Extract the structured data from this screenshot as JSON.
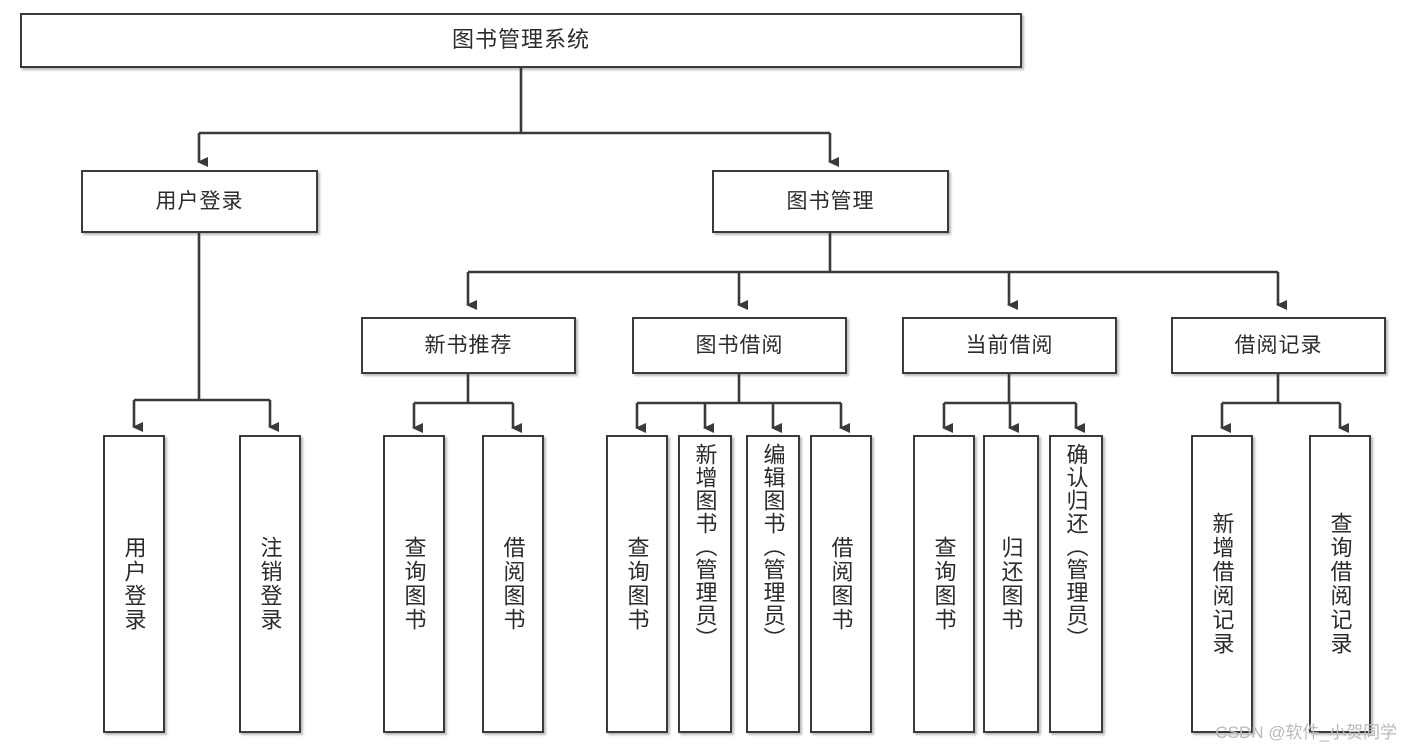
{
  "diagram": {
    "title": "图书管理系统",
    "type": "tree-hierarchy",
    "watermark": "CSDN @软件_小贺同学",
    "colors": {
      "box_border": "#3a3a3a",
      "box_fill": "#ffffff",
      "connector": "#3a3a3a",
      "text": "#2b2b2b",
      "watermark": "#b9b9b9"
    },
    "nodes": {
      "root": {
        "label": "图书管理系统"
      },
      "level2": [
        {
          "id": "user-login",
          "label": "用户登录"
        },
        {
          "id": "book-manage",
          "label": "图书管理"
        }
      ],
      "level3": [
        {
          "id": "new-book-rec",
          "label": "新书推荐"
        },
        {
          "id": "book-borrow",
          "label": "图书借阅"
        },
        {
          "id": "current-borrow",
          "label": "当前借阅"
        },
        {
          "id": "borrow-record",
          "label": "借阅记录"
        }
      ],
      "leaves": [
        {
          "id": "leaf-user-login",
          "label": "用户登录",
          "parent": "user-login"
        },
        {
          "id": "leaf-user-logout",
          "label": "注销登录",
          "parent": "user-login"
        },
        {
          "id": "leaf-query-book-1",
          "label": "查询图书",
          "parent": "new-book-rec"
        },
        {
          "id": "leaf-borrow-book-1",
          "label": "借阅图书",
          "parent": "new-book-rec"
        },
        {
          "id": "leaf-query-book-2",
          "label": "查询图书",
          "parent": "book-borrow"
        },
        {
          "id": "leaf-add-book",
          "label": "新增图书（管理员）",
          "parent": "book-borrow"
        },
        {
          "id": "leaf-edit-book",
          "label": "编辑图书（管理员）",
          "parent": "book-borrow"
        },
        {
          "id": "leaf-borrow-book-2",
          "label": "借阅图书",
          "parent": "book-borrow"
        },
        {
          "id": "leaf-query-book-3",
          "label": "查询图书",
          "parent": "current-borrow"
        },
        {
          "id": "leaf-return-book",
          "label": "归还图书",
          "parent": "current-borrow"
        },
        {
          "id": "leaf-confirm-return",
          "label": "确认归还（管理员）",
          "parent": "current-borrow"
        },
        {
          "id": "leaf-add-record",
          "label": "新增借阅记录",
          "parent": "borrow-record"
        },
        {
          "id": "leaf-query-record",
          "label": "查询借阅记录",
          "parent": "borrow-record"
        }
      ]
    }
  }
}
